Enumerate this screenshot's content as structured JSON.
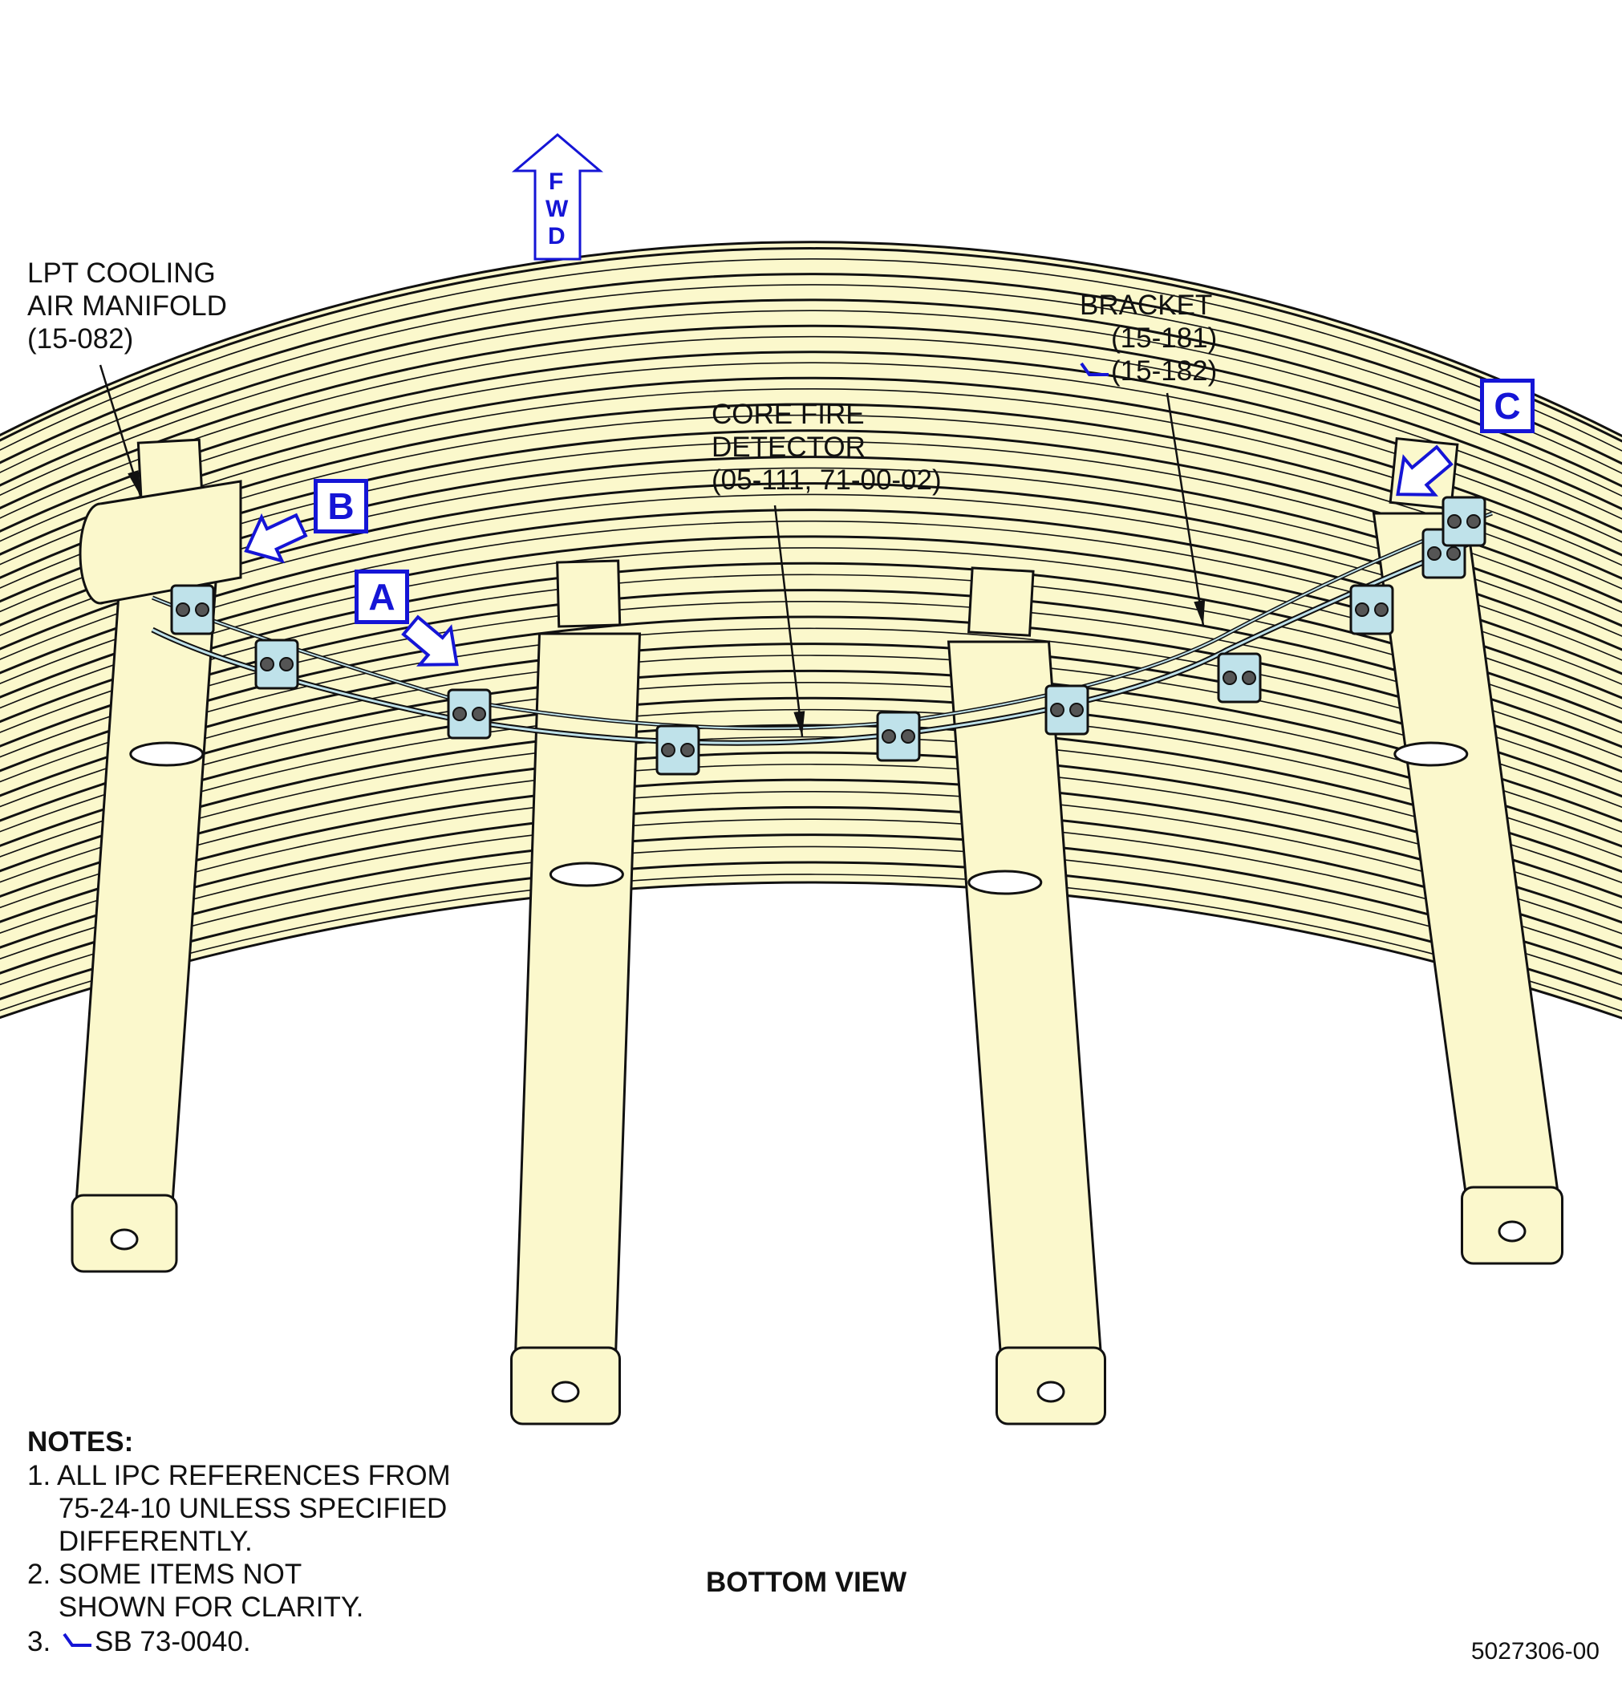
{
  "fwd_arrow": {
    "letters": [
      "F",
      "W",
      "D"
    ]
  },
  "labels": {
    "lpt_manifold": [
      "LPT COOLING",
      "AIR MANIFOLD",
      "(15-082)"
    ],
    "core_fire_detector": [
      "CORE FIRE",
      "DETECTOR",
      "(05-111, 71-00-02)"
    ],
    "bracket": [
      "BRACKET",
      "(15-181)",
      "(15-182)"
    ]
  },
  "callouts": {
    "a": "A",
    "b": "B",
    "c": "C"
  },
  "notes": {
    "title": "NOTES:",
    "items": [
      "1. ALL IPC REFERENCES FROM",
      "    75-24-10 UNLESS SPECIFIED",
      "    DIFFERENTLY.",
      "2. SOME ITEMS NOT",
      "    SHOWN FOR CLARITY.",
      "3.",
      "SB 73-0040."
    ]
  },
  "view_title": "BOTTOM VIEW",
  "doc_number": "5027306-00",
  "colors": {
    "fill": "#fbf8cc",
    "line": "#111111",
    "accent": "#1515d6",
    "clamp": "#bfe2ea"
  }
}
